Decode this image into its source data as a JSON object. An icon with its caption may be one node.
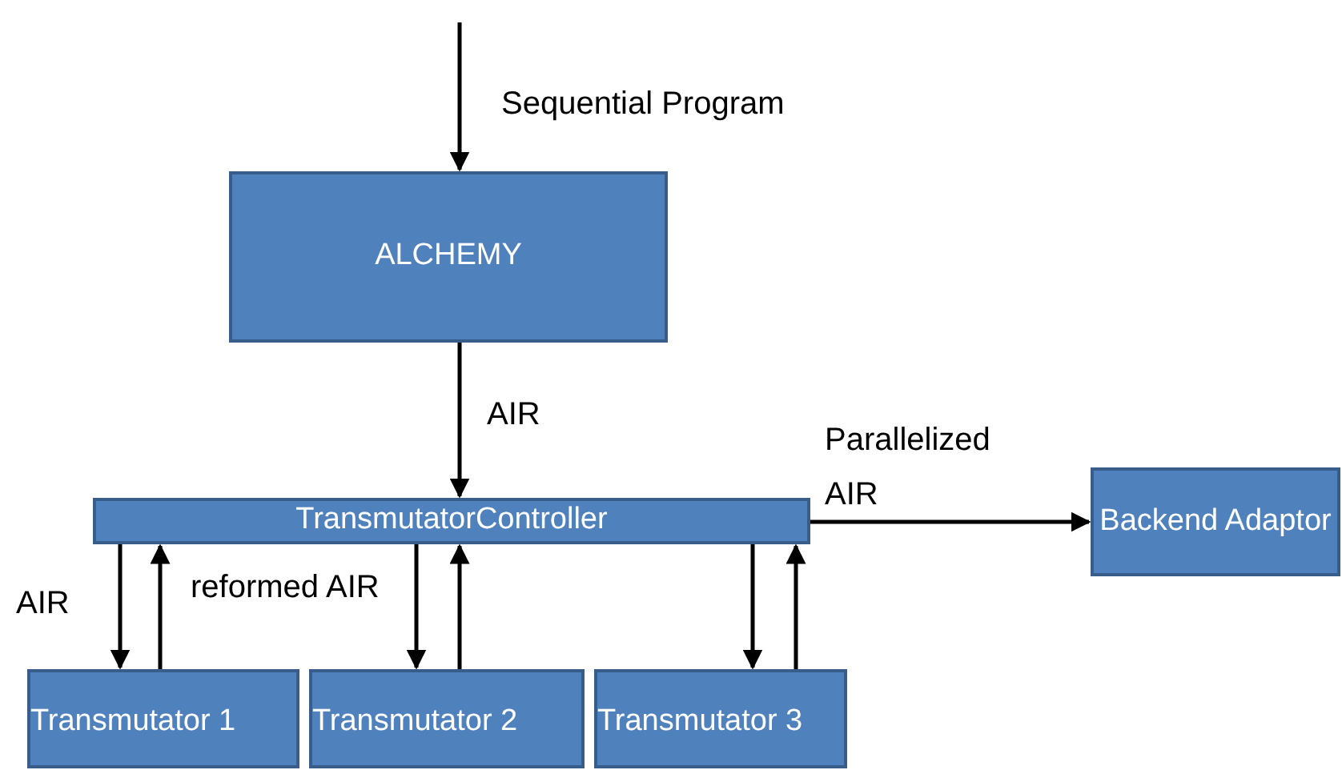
{
  "diagram": {
    "nodes": [
      {
        "text": [
          "ALCHEMY"
        ]
      },
      {
        "text": [
          "TransmutatorController"
        ]
      },
      {
        "text": [
          "Backend Adaptor"
        ]
      },
      {
        "text": [
          "Transmutator 1"
        ]
      },
      {
        "text": [
          "Transmutator 2"
        ]
      },
      {
        "text": [
          "Transmutator 3"
        ]
      }
    ],
    "edges": [
      {
        "from": null,
        "to": 0,
        "arrow": "to",
        "label": "Sequential Program"
      },
      {
        "from": 0,
        "to": 1,
        "arrow": "to",
        "label": "AIR"
      },
      {
        "from": 1,
        "to": 2,
        "arrow": "to",
        "label": "Parallelized AIR"
      },
      {
        "from": 1,
        "to": 3,
        "arrow": "to",
        "label": "AIR"
      },
      {
        "from": 3,
        "to": 1,
        "arrow": "to",
        "label": "reformed AIR"
      },
      {
        "from": 1,
        "to": 4,
        "arrow": "to"
      },
      {
        "from": 4,
        "to": 1,
        "arrow": "to"
      },
      {
        "from": 1,
        "to": 5,
        "arrow": "to"
      },
      {
        "from": 5,
        "to": 1,
        "arrow": "to"
      }
    ]
  }
}
